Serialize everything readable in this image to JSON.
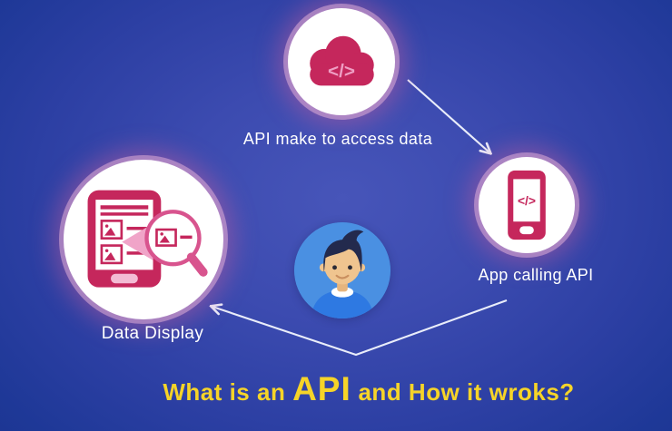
{
  "title": {
    "prefix": "What is an ",
    "highlight": "API",
    "suffix": " and How it wroks?"
  },
  "nodes": {
    "cloud": {
      "label": "API make to access data",
      "icon": "cloud-code-icon"
    },
    "app": {
      "label": "App calling API",
      "icon": "phone-code-icon"
    },
    "display": {
      "label": "Data Display",
      "icon": "phone-magnifier-icon"
    },
    "user": {
      "icon": "person-avatar-icon"
    }
  },
  "icons": {
    "code_glyph": "</>"
  },
  "arrows": [
    {
      "name": "cloud-to-app",
      "from": "cloud",
      "to": "app"
    },
    {
      "name": "app-to-display-via-user",
      "from": "app",
      "to": "display"
    }
  ],
  "colors": {
    "bg_center": "#4755b9",
    "bg_edge": "#1b338f",
    "raspberry": "#c5275c",
    "light_pink": "#ef9ec3",
    "circle_glow_pink": "#db609e",
    "magnifier_pink": "#d8548e",
    "label_text": "#ffffff",
    "title_yellow": "#f6d428",
    "arrow_white": "#e9edfa",
    "avatar_circle_blue": "#4a90e2",
    "avatar_shirt_blue": "#2e79e2",
    "avatar_skin": "#efc48f",
    "avatar_hair": "#232a4d"
  }
}
